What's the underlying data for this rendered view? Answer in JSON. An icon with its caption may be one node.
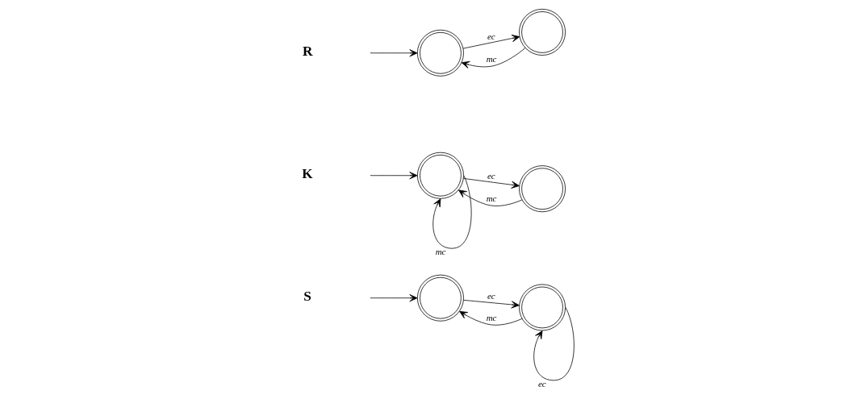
{
  "diagram": {
    "nodes": [
      {
        "text": [],
        "shape": "circle"
      },
      {
        "text": [],
        "shape": "circle"
      },
      {
        "text": [],
        "shape": "circle"
      },
      {
        "text": [],
        "shape": "circle"
      },
      {
        "text": [],
        "shape": "circle"
      },
      {
        "text": [],
        "shape": "circle"
      }
    ],
    "edges": [
      {
        "from": null,
        "to": 0,
        "arrow": "to"
      },
      {
        "from": 0,
        "to": 1,
        "label": "ec",
        "arrow": "to"
      },
      {
        "from": 1,
        "to": 0,
        "label": "mc",
        "arrow": "to"
      },
      {
        "from": null,
        "to": 2,
        "arrow": "to"
      },
      {
        "from": 2,
        "to": 3,
        "label": "ec",
        "arrow": "to"
      },
      {
        "from": 3,
        "to": 2,
        "label": "mc",
        "arrow": "to"
      },
      {
        "from": 2,
        "to": 2,
        "label": "mc",
        "arrow": "to"
      },
      {
        "from": null,
        "to": 4,
        "arrow": "to"
      },
      {
        "from": 4,
        "to": 5,
        "label": "ec",
        "arrow": "to"
      },
      {
        "from": 5,
        "to": 4,
        "label": "mc",
        "arrow": "to"
      },
      {
        "from": 5,
        "to": 5,
        "label": "ec",
        "arrow": "to"
      }
    ],
    "labels": [
      "R",
      "K",
      "S"
    ]
  }
}
